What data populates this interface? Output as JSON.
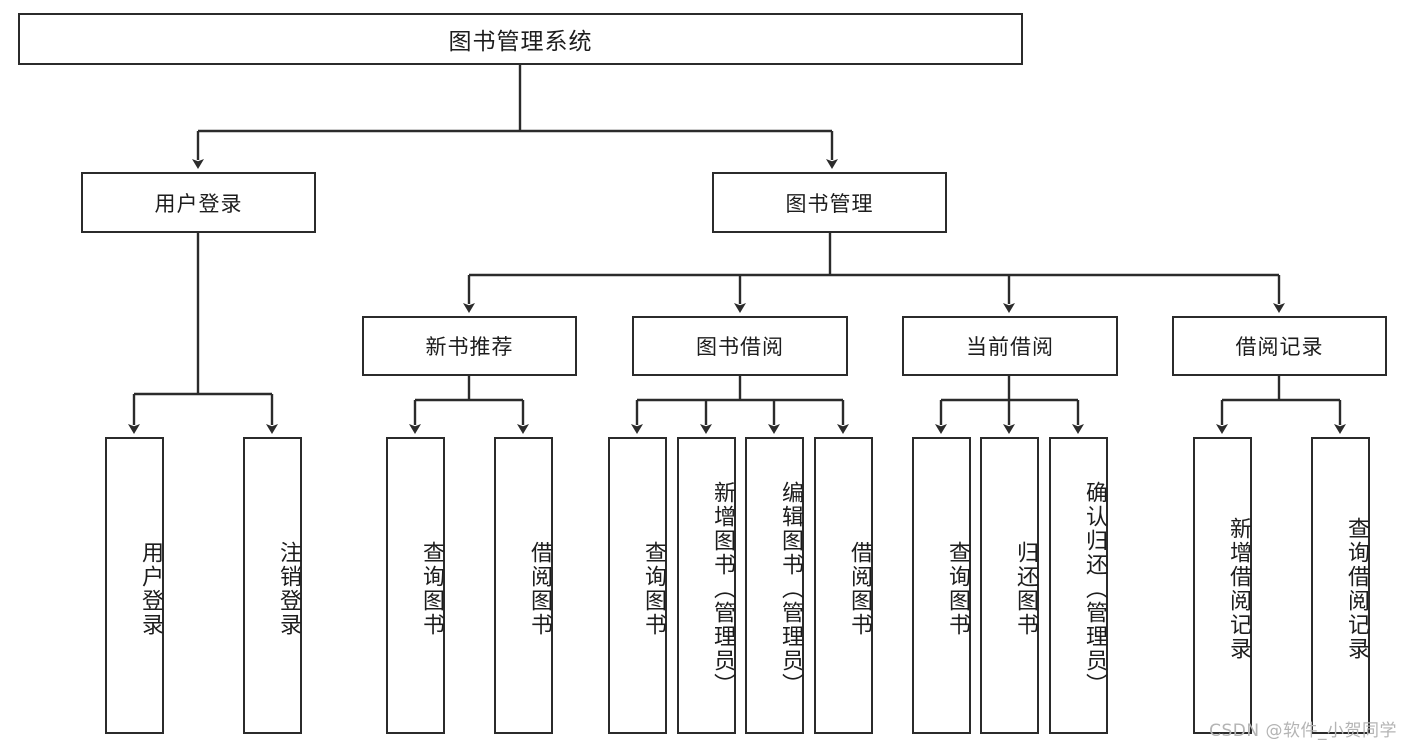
{
  "diagram": {
    "type": "tree-hierarchy-chart",
    "title": "图书管理系统",
    "root": {
      "id": "root",
      "label": "图书管理系统",
      "orientation": "horizontal"
    },
    "level2": [
      {
        "id": "user-login",
        "label": "用户登录",
        "orientation": "horizontal"
      },
      {
        "id": "book-management",
        "label": "图书管理",
        "orientation": "horizontal"
      }
    ],
    "level3": [
      {
        "id": "new-book-recommend",
        "label": "新书推荐",
        "orientation": "horizontal",
        "parent": "book-management"
      },
      {
        "id": "book-borrow",
        "label": "图书借阅",
        "orientation": "horizontal",
        "parent": "book-management"
      },
      {
        "id": "current-borrow",
        "label": "当前借阅",
        "orientation": "horizontal",
        "parent": "book-management"
      },
      {
        "id": "borrow-record",
        "label": "借阅记录",
        "orientation": "horizontal",
        "parent": "book-management"
      }
    ],
    "leaves": [
      {
        "id": "leaf-user-login",
        "label": "用户登录",
        "parent": "user-login"
      },
      {
        "id": "leaf-logout-login",
        "label": "注销登录",
        "parent": "user-login"
      },
      {
        "id": "leaf-query-book-1",
        "label": "查询图书",
        "parent": "new-book-recommend"
      },
      {
        "id": "leaf-borrow-book-1",
        "label": "借阅图书",
        "parent": "new-book-recommend"
      },
      {
        "id": "leaf-query-book-2",
        "label": "查询图书",
        "parent": "book-borrow"
      },
      {
        "id": "leaf-add-book",
        "label": "新增图书（管理员）",
        "parent": "book-borrow"
      },
      {
        "id": "leaf-edit-book",
        "label": "编辑图书（管理员）",
        "parent": "book-borrow"
      },
      {
        "id": "leaf-borrow-book-2",
        "label": "借阅图书",
        "parent": "book-borrow"
      },
      {
        "id": "leaf-query-book-3",
        "label": "查询图书",
        "parent": "current-borrow"
      },
      {
        "id": "leaf-return-book",
        "label": "归还图书",
        "parent": "current-borrow"
      },
      {
        "id": "leaf-confirm-return",
        "label": "确认归还（管理员）",
        "parent": "current-borrow"
      },
      {
        "id": "leaf-add-record",
        "label": "新增借阅记录",
        "parent": "borrow-record"
      },
      {
        "id": "leaf-query-record",
        "label": "查询借阅记录",
        "parent": "borrow-record"
      }
    ],
    "colors": {
      "stroke": "#2b2b2b",
      "fill": "#ffffff",
      "text": "#1d1d1d",
      "watermark": "#b4b4b4"
    }
  },
  "watermark": {
    "text": "CSDN @软件_小贺同学"
  }
}
